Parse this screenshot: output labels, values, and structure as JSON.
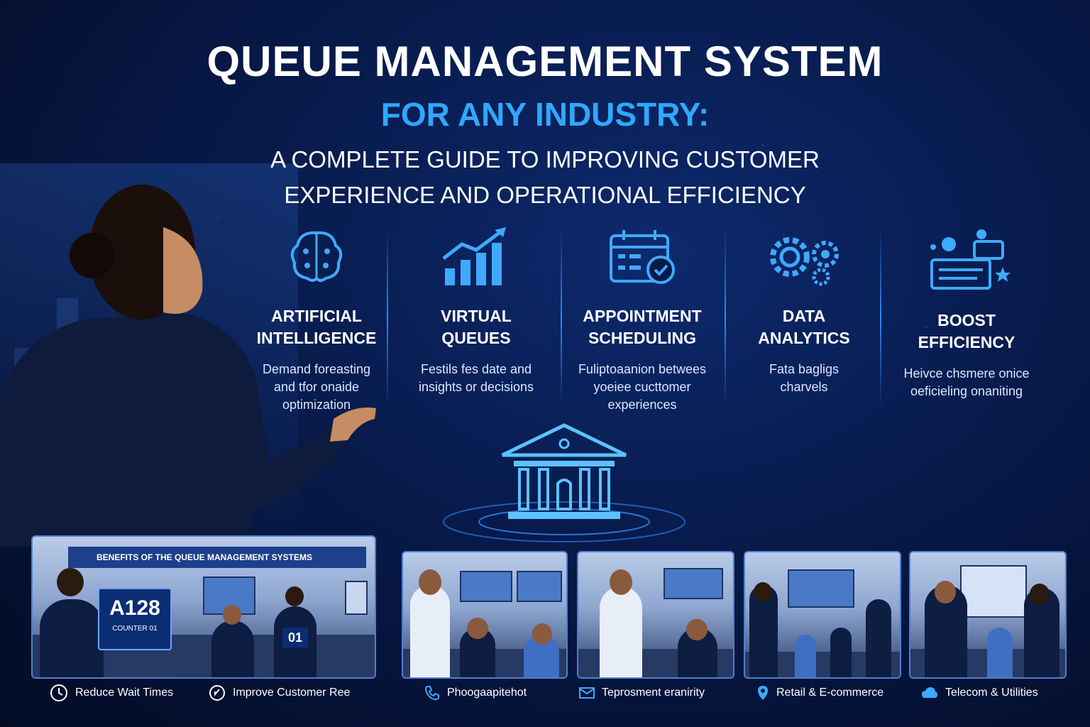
{
  "title": "QUEUE MANAGEMENT SYSTEM",
  "subtitle": "FOR ANY INDUSTRY:",
  "tagline_line1": "A COMPLETE GUIDE TO IMPROVING CUSTOMER",
  "tagline_line2": "EXPERIENCE AND OPERATIONAL EFFICIENCY",
  "colors": {
    "accent": "#2fa8ff",
    "background": "#071a4a"
  },
  "features": [
    {
      "icon": "brain-icon",
      "title1": "ARTIFICIAL",
      "title2": "INTELLIGENCE",
      "desc1": "Demand foreasting",
      "desc2": "and tfor onaide",
      "desc3": "optimization"
    },
    {
      "icon": "growth-chart-icon",
      "title1": "VIRTUAL",
      "title2": "QUEUES",
      "desc1": "Festils fes date and",
      "desc2": "insights or decisions",
      "desc3": ""
    },
    {
      "icon": "calendar-check-icon",
      "title1": "APPOINTMENT",
      "title2": "SCHEDULING",
      "desc1": "Fuliptoaanion betwees",
      "desc2": "yoeiee cucttomer",
      "desc3": "experiences"
    },
    {
      "icon": "gears-icon",
      "title1": "DATA",
      "title2": "ANALYTICS",
      "desc1": "Fata bagligs",
      "desc2": "charvels",
      "desc3": ""
    },
    {
      "icon": "efficiency-board-icon",
      "title1": "BOOST",
      "title2": "EFFICIENCY",
      "desc1": "Heivce chsmere onice",
      "desc2": "oeficieling onaniting",
      "desc3": ""
    }
  ],
  "photo_main": {
    "screen_text": "BENEFITS OF THE QUEUE MANAGEMENT SYSTEMS",
    "ticket_number": "A128",
    "ticket_label": "COUNTER 01",
    "counter_number": "01"
  },
  "bottom_items": [
    {
      "icon": "clock-icon",
      "label": "Reduce Wait Times"
    },
    {
      "icon": "arrow-circle-icon",
      "label": "Improve Customer Ree"
    },
    {
      "icon": "phone-icon",
      "label": "Phoogaapitehot"
    },
    {
      "icon": "mail-icon",
      "label": "Teprosment eranirity"
    },
    {
      "icon": "location-pin-icon",
      "label": "Retail & E-commerce"
    },
    {
      "icon": "cloud-icon",
      "label": "Telecom & Utilities"
    }
  ]
}
